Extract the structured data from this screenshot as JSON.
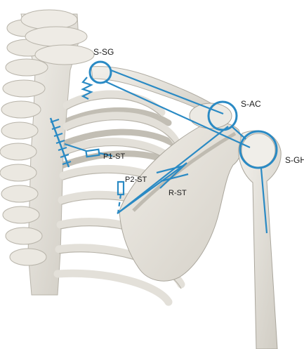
{
  "labels": {
    "ssg": "S-SG",
    "sac": "S-AC",
    "sgh": "S-GH",
    "p1st": "P1-ST",
    "p2st": "P2-ST",
    "rst": "R-ST"
  },
  "colors": {
    "model_line": "#2a8ac4",
    "bone": "#e6e3dc",
    "bone_shadow": "#b9b5ab",
    "background": "#ffffff"
  }
}
